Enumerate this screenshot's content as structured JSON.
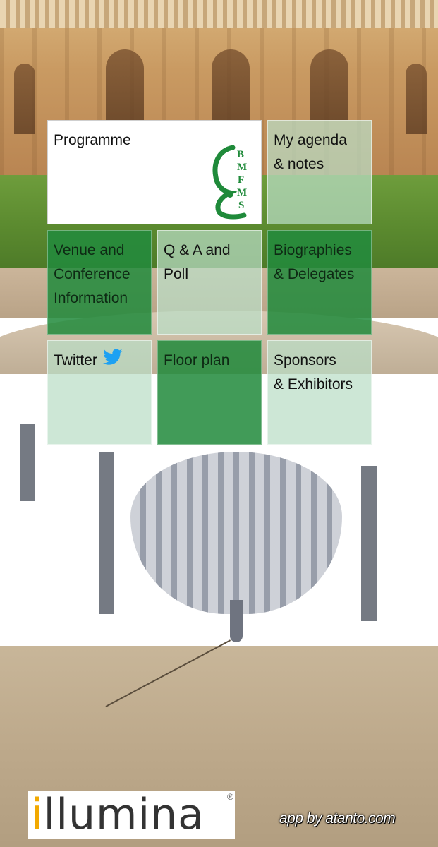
{
  "tiles": {
    "programme": {
      "label": "Programme",
      "style": "white"
    },
    "agenda": {
      "line1": "My agenda",
      "line2": "& notes",
      "style": "light"
    },
    "venue": {
      "line1": "Venue and",
      "line2": "Conference",
      "line3": "Information",
      "style": "green"
    },
    "qa": {
      "line1": "Q & A and",
      "line2": "Poll",
      "style": "light"
    },
    "bios": {
      "line1": "Biographies",
      "line2": "& Delegates",
      "style": "green"
    },
    "twitter": {
      "label": "Twitter",
      "style": "light",
      "icon": "twitter-bird-icon"
    },
    "floor": {
      "label": "Floor plan",
      "style": "green"
    },
    "sponsors": {
      "line1": "Sponsors",
      "line2": "& Exhibitors",
      "style": "light"
    }
  },
  "logo": {
    "letters": "BMFMS",
    "icon": "bmfms-logo"
  },
  "sponsor": {
    "name_lead": "i",
    "name_rest": "llumina",
    "registered": "®"
  },
  "footer": {
    "credit": "app by atanto.com"
  },
  "colors": {
    "green_tile": "#228b3c",
    "light_tile": "#badec6",
    "brand_green": "#1f8a3a",
    "illumina_orange": "#f2a900",
    "twitter_blue": "#1da1f2"
  }
}
